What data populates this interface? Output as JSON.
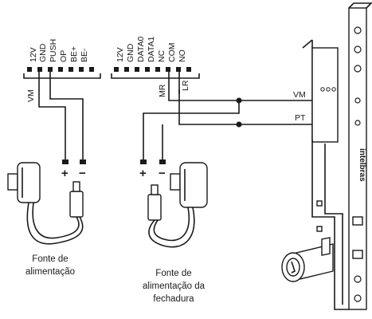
{
  "controller": {
    "terminals_left": [
      "12V",
      "GND",
      "PUSH",
      "OP",
      "BE+",
      "BE-"
    ],
    "terminals_right": [
      "12V",
      "GND",
      "DATA0",
      "DATA1",
      "NC",
      "COM",
      "NO"
    ]
  },
  "wire_labels": {
    "vm_left": "VM",
    "mr": "MR",
    "lr": "LR",
    "vm_right": "VM",
    "pt": "PT"
  },
  "polarity": {
    "plus": "+",
    "minus": "−"
  },
  "lock_brand": "intelbras",
  "captions": {
    "power_supply": [
      "Fonte de",
      "alimentação"
    ],
    "lock_power_supply": [
      "Fonte de",
      "alimentação da",
      "fechadura"
    ]
  }
}
